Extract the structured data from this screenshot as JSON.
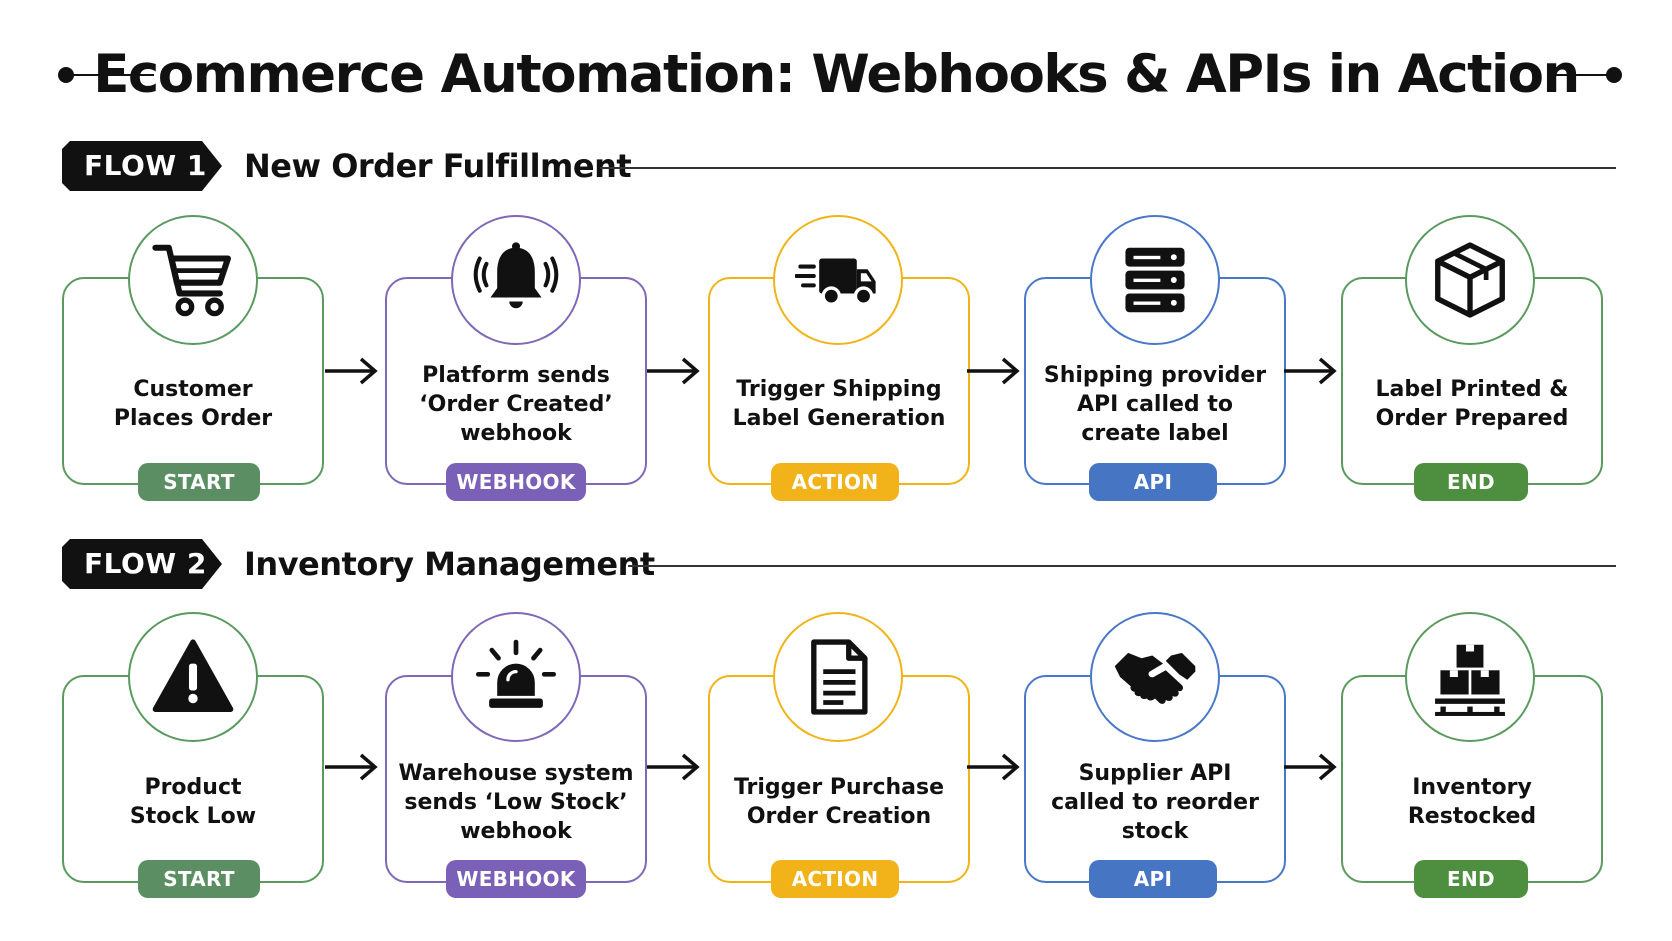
{
  "title": "Ecommerce Automation: Webhooks & APIs in Action",
  "colors": {
    "start": "#5b8f63",
    "webhook": "#7b60b8",
    "action": "#f2b31a",
    "api": "#4675c4",
    "end": "#4d8f3f",
    "dark": "#111111"
  },
  "flows": [
    {
      "tag": "FLOW 1",
      "title": "New Order Fulfillment",
      "steps": [
        {
          "text": "Customer\nPlaces Order",
          "badge": "START",
          "icon": "shopping-cart-icon"
        },
        {
          "text": "Platform sends\n‘Order Created’\nwebhook",
          "badge": "WEBHOOK",
          "icon": "bell-icon"
        },
        {
          "text": "Trigger Shipping\nLabel Generation",
          "badge": "ACTION",
          "icon": "delivery-truck-icon"
        },
        {
          "text": "Shipping provider\nAPI called to\ncreate label",
          "badge": "API",
          "icon": "server-icon"
        },
        {
          "text": "Label Printed &\nOrder Prepared",
          "badge": "END",
          "icon": "package-box-icon"
        }
      ]
    },
    {
      "tag": "FLOW 2",
      "title": "Inventory Management",
      "steps": [
        {
          "text": "Product\nStock Low",
          "badge": "START",
          "icon": "warning-icon"
        },
        {
          "text": "Warehouse system\nsends ‘Low Stock’\nwebhook",
          "badge": "WEBHOOK",
          "icon": "alarm-siren-icon"
        },
        {
          "text": "Trigger Purchase\nOrder Creation",
          "badge": "ACTION",
          "icon": "document-icon"
        },
        {
          "text": "Supplier API\ncalled to reorder\nstock",
          "badge": "API",
          "icon": "handshake-icon"
        },
        {
          "text": "Inventory\nRestocked",
          "badge": "END",
          "icon": "stacked-boxes-icon"
        }
      ]
    }
  ]
}
